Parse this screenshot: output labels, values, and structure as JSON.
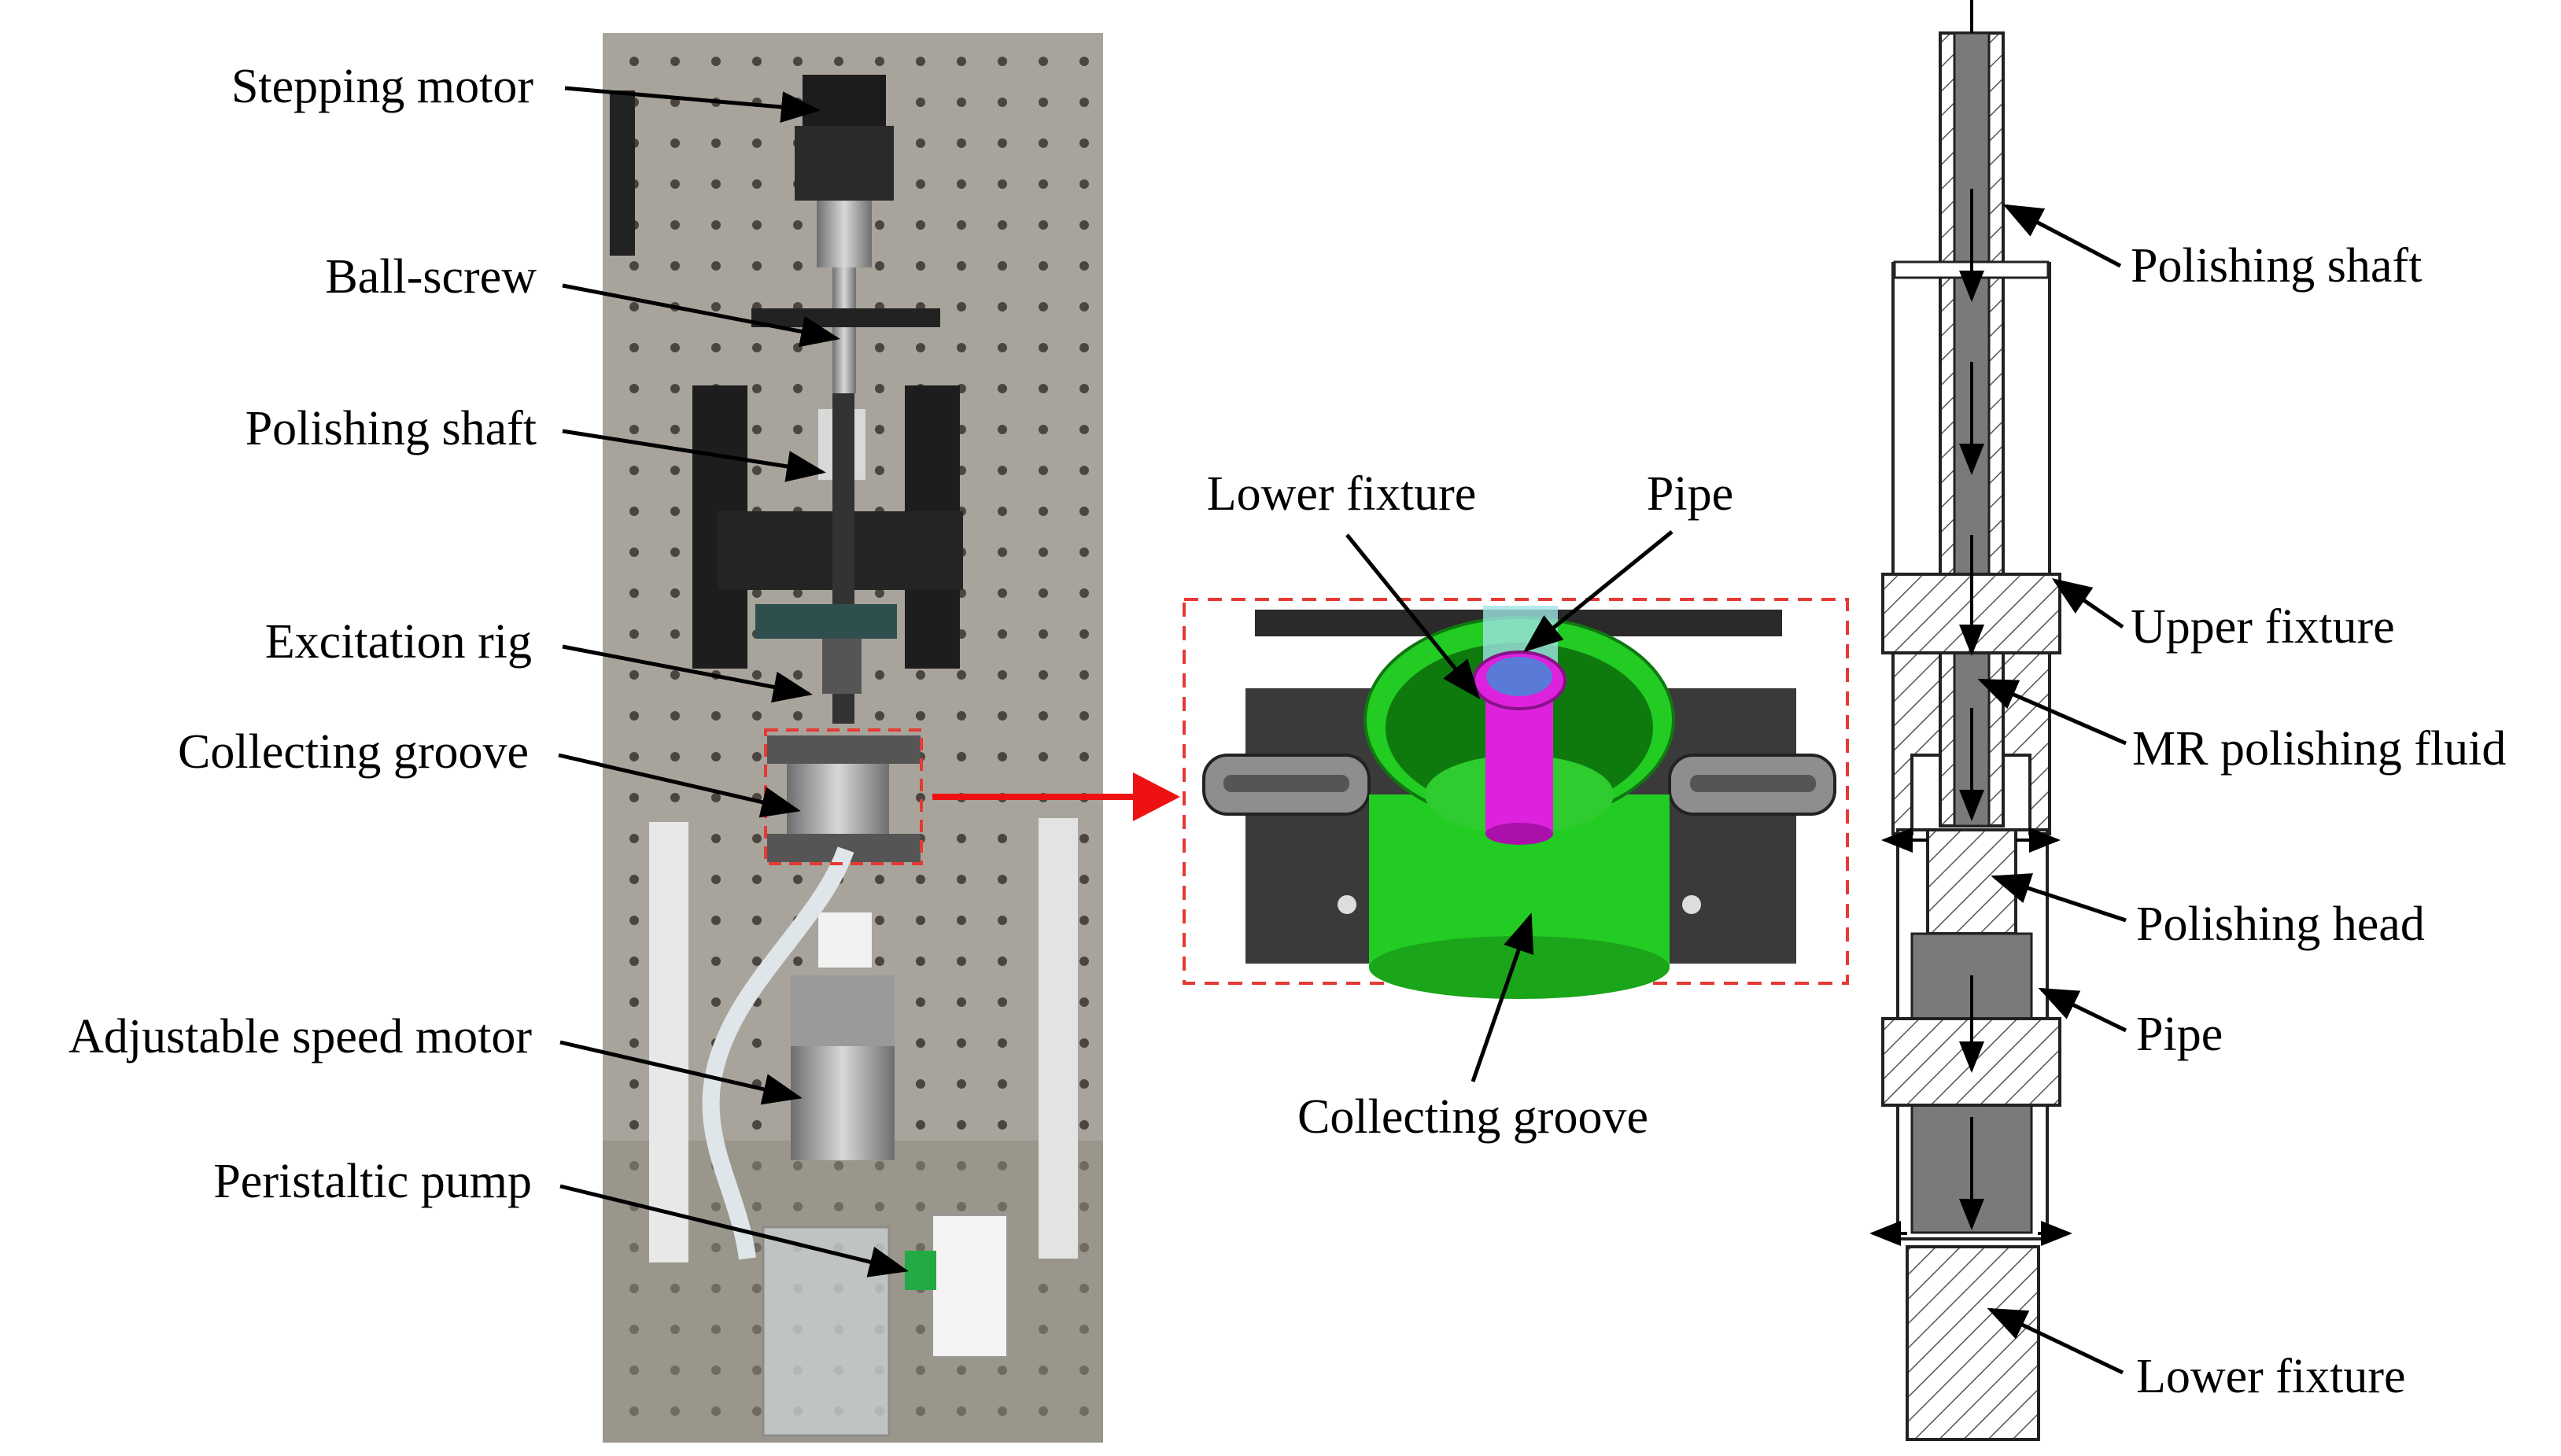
{
  "labels": {
    "photo": {
      "stepping_motor": "Stepping motor",
      "ball_screw": "Ball-screw",
      "polishing_shaft": "Polishing shaft",
      "excitation_rig": "Excitation rig",
      "collecting_groove": "Collecting groove",
      "adjustable_speed_motor": "Adjustable speed motor",
      "peristaltic_pump": "Peristaltic pump"
    },
    "detail": {
      "lower_fixture": "Lower fixture",
      "pipe": "Pipe",
      "collecting_groove": "Collecting groove"
    },
    "section": {
      "polishing_shaft": "Polishing shaft",
      "upper_fixture": "Upper fixture",
      "mr_polishing_fluid": "MR polishing fluid",
      "polishing_head": "Polishing head",
      "pipe": "Pipe",
      "lower_fixture": "Lower fixture"
    }
  },
  "colors": {
    "detail_border": "#e53935",
    "arrow_red": "#ee1111",
    "groove_green": "#22cc22",
    "pipe_magenta": "#dd22dd",
    "fixture_gray": "#3a3a3a"
  }
}
